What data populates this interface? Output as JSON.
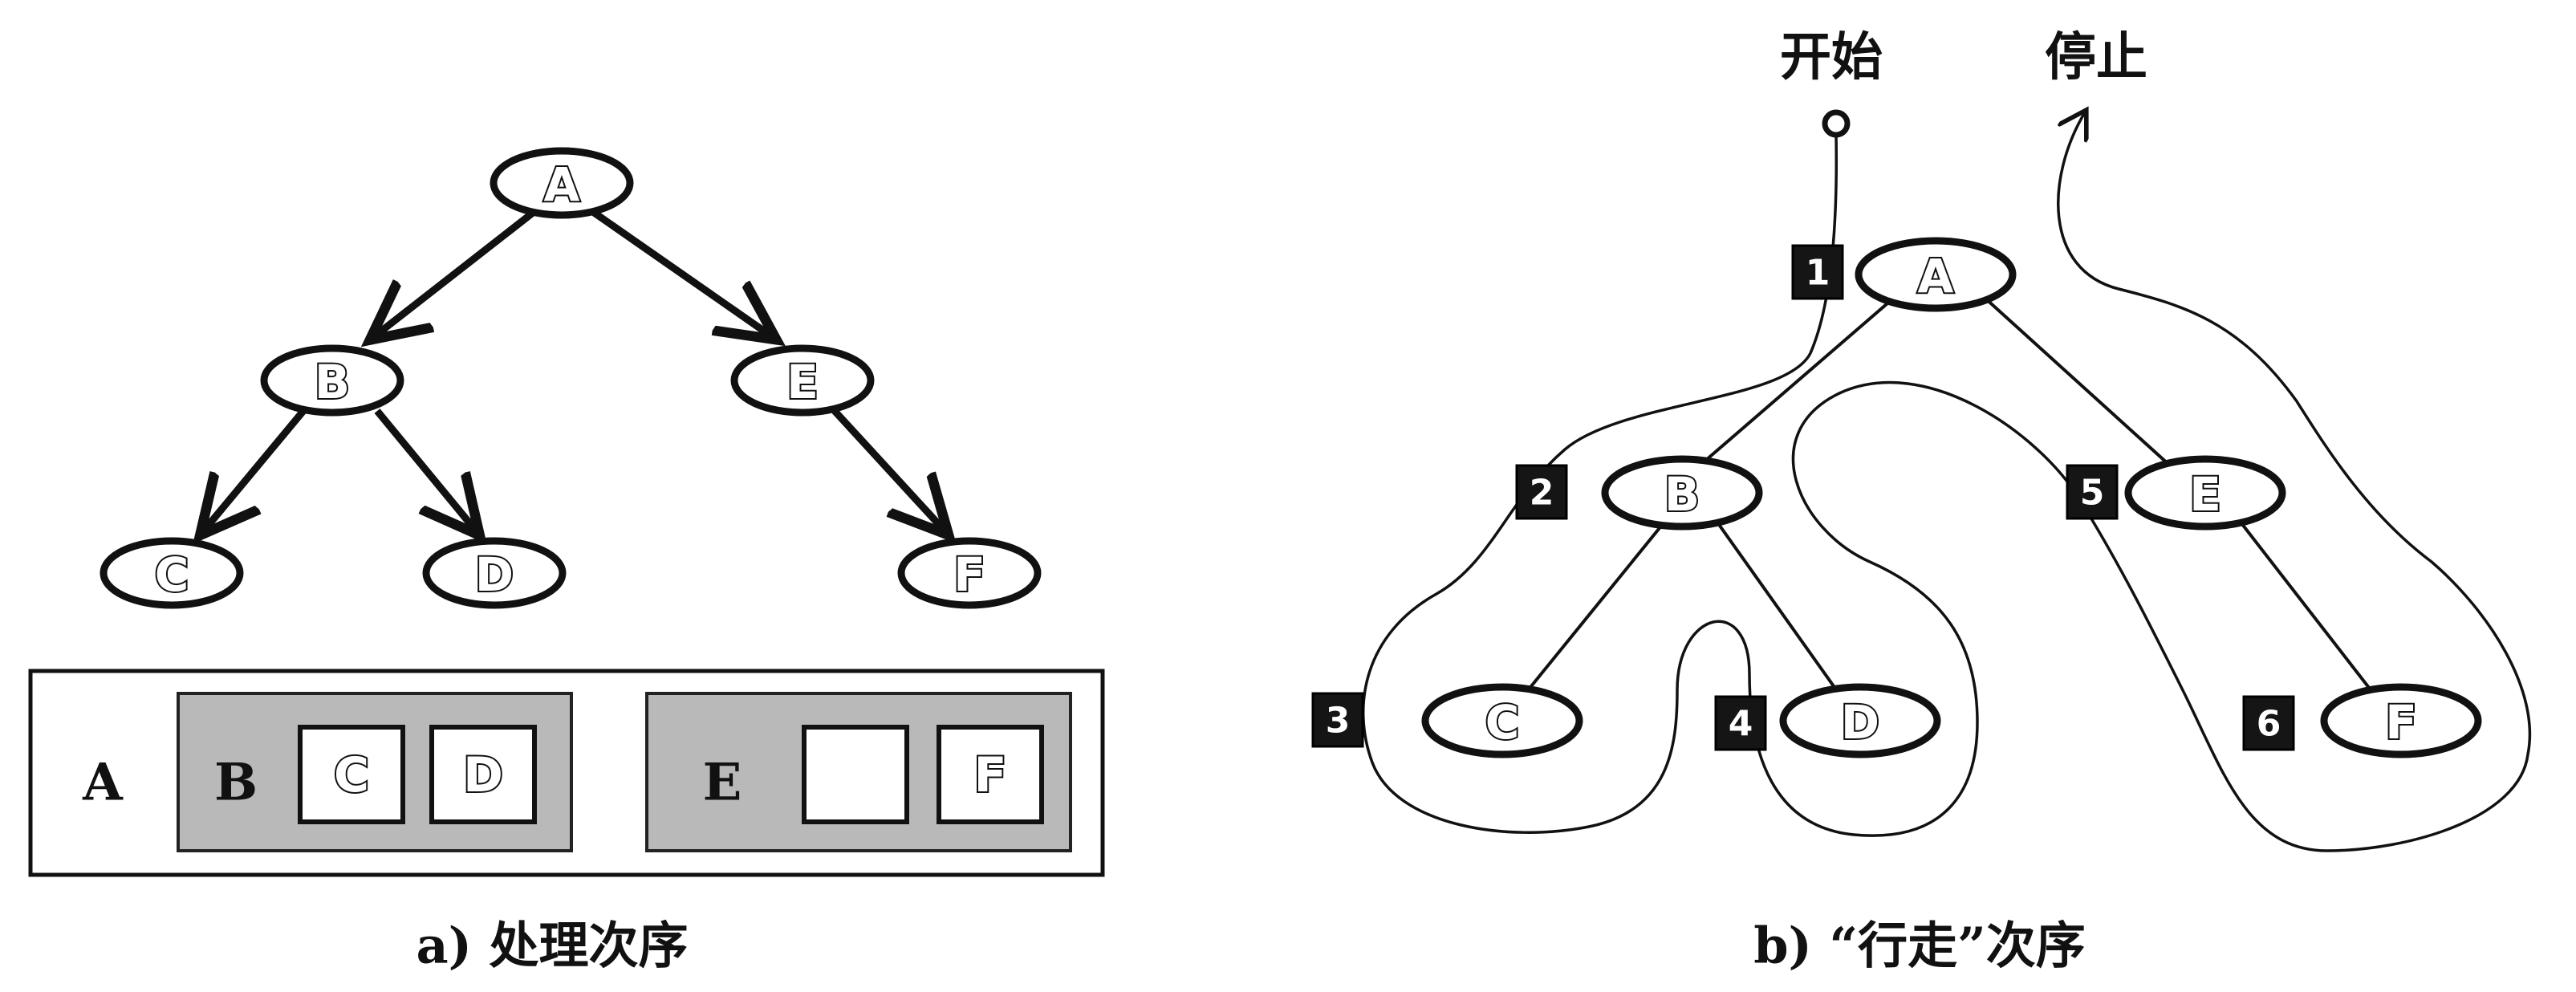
{
  "panel_a": {
    "caption": "a) 处理次序",
    "nodes": {
      "A": "A",
      "B": "B",
      "C": "C",
      "D": "D",
      "E": "E",
      "F": "F"
    },
    "containment": {
      "root": "A",
      "groups": [
        {
          "label": "B",
          "leaves": [
            "C",
            "D"
          ]
        },
        {
          "label": "E",
          "leaves": [
            "",
            "F"
          ]
        }
      ]
    }
  },
  "panel_b": {
    "caption": "b) “行走”次序",
    "start_label": "开始",
    "stop_label": "停止",
    "nodes": {
      "A": "A",
      "B": "B",
      "C": "C",
      "D": "D",
      "E": "E",
      "F": "F"
    },
    "steps": [
      "1",
      "2",
      "3",
      "4",
      "5",
      "6"
    ]
  }
}
